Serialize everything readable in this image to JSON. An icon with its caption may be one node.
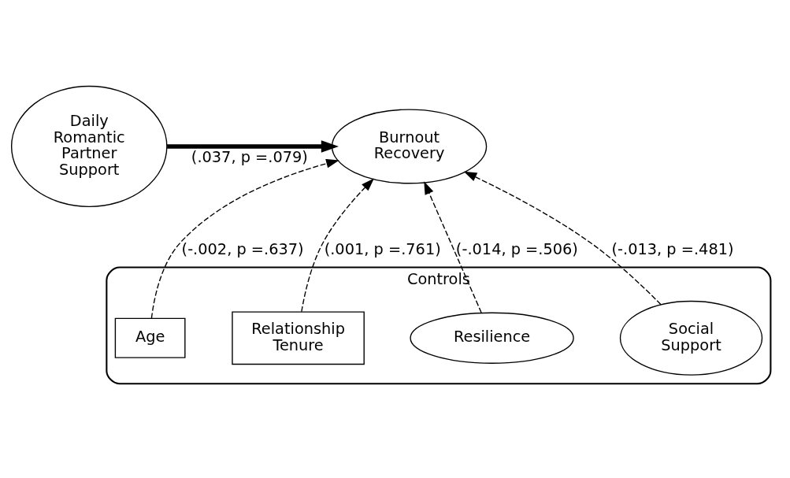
{
  "diagram": {
    "nodes": [
      {
        "text": [
          "Daily Romantic Partner Support"
        ]
      },
      {
        "text": [
          "Burnout Recovery"
        ]
      },
      {
        "text": [
          "Controls"
        ]
      },
      {
        "text": [
          "Age"
        ],
        "in": 2
      },
      {
        "text": [
          "Relationship Tenure"
        ],
        "in": 2
      },
      {
        "text": [
          "Resilience"
        ],
        "in": 2
      },
      {
        "text": [
          "Social Support"
        ],
        "in": 2
      }
    ],
    "edges": [
      {
        "from": 0,
        "to": 1,
        "arrow": "to",
        "label": "(.037, p =.079)",
        "style": "thick"
      },
      {
        "from": 3,
        "to": 1,
        "arrow": "to",
        "label": "(-.002, p =.637)",
        "style": "dashed"
      },
      {
        "from": 5,
        "to": 1,
        "arrow": "to",
        "label": "(-.014, p =.506)",
        "style": "dashed"
      },
      {
        "from": 6,
        "to": 1,
        "arrow": "to",
        "label": "(-.013, p =.481)",
        "style": "dashed"
      },
      {
        "from": 4,
        "to": 1,
        "arrow": "to",
        "label": "(.001, p =.761)",
        "style": "dashed"
      }
    ]
  }
}
